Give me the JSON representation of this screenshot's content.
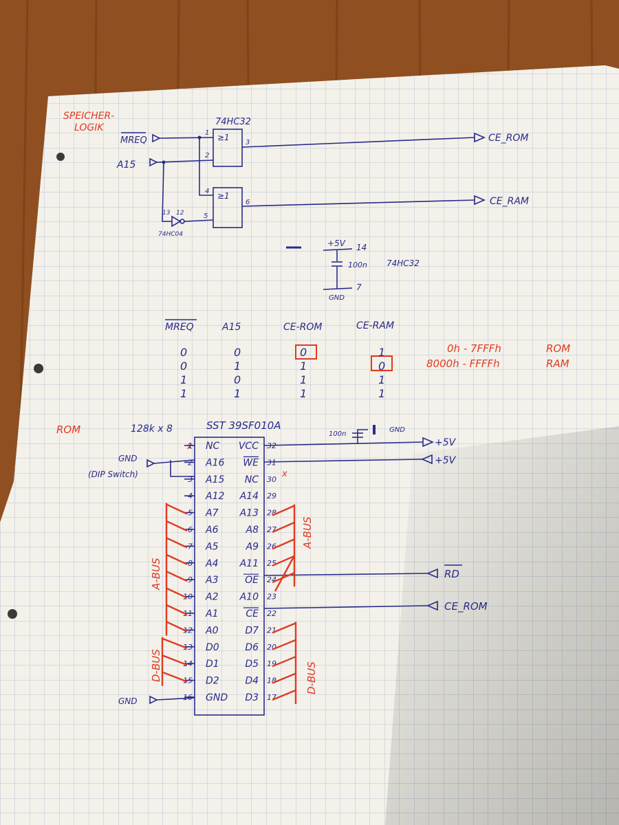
{
  "logic": {
    "title_line1": "SPEICHER-",
    "title_line2": "LOGIK",
    "chip": "74HC32",
    "mreq": "MREQ",
    "a15": "A15",
    "ce_rom": "CE_ROM",
    "ce_ram": "CE_RAM",
    "or_symbol": "≥1",
    "inverter_chip": "74HC04",
    "pins": {
      "g1_in1": "1",
      "g1_in2": "2",
      "g1_out": "3",
      "g2_in1": "4",
      "g2_in2": "5",
      "g2_out": "6",
      "inv_in": "13",
      "inv_out": "12"
    }
  },
  "decoupling": {
    "vcc": "+5V",
    "vcc_pin": "14",
    "cap": "100n",
    "chip": "74HC32",
    "gnd": "GND",
    "gnd_pin": "7"
  },
  "truth_table": {
    "headers": [
      "MREQ",
      "A15",
      "CE-ROM",
      "CE-RAM"
    ],
    "rows": [
      [
        "0",
        "0",
        "0",
        "1"
      ],
      [
        "0",
        "1",
        "1",
        "0"
      ],
      [
        "1",
        "0",
        "1",
        "1"
      ],
      [
        "1",
        "1",
        "1",
        "1"
      ]
    ],
    "ranges": [
      {
        "range": "0h - 7FFFh",
        "mem": "ROM"
      },
      {
        "range": "8000h - FFFFh",
        "mem": "RAM"
      }
    ]
  },
  "rom": {
    "label": "ROM",
    "size": "128k x 8",
    "part": "SST 39SF010A",
    "cap": "100n",
    "cap_gnd": "GND",
    "vcc1": "+5V",
    "vcc2": "+5V",
    "gnd_dip": "GND",
    "dip_note": "(DIP Switch)",
    "gnd_bottom": "GND",
    "rd": "RD",
    "ce_rom": "CE_ROM",
    "abus": "A-BUS",
    "dbus": "D-BUS",
    "nc_mark": "x",
    "left_pins": [
      {
        "num": "1",
        "name": "NC"
      },
      {
        "num": "2",
        "name": "A16"
      },
      {
        "num": "3",
        "name": "A15"
      },
      {
        "num": "4",
        "name": "A12"
      },
      {
        "num": "5",
        "name": "A7"
      },
      {
        "num": "6",
        "name": "A6"
      },
      {
        "num": "7",
        "name": "A5"
      },
      {
        "num": "8",
        "name": "A4"
      },
      {
        "num": "9",
        "name": "A3"
      },
      {
        "num": "10",
        "name": "A2"
      },
      {
        "num": "11",
        "name": "A1"
      },
      {
        "num": "12",
        "name": "A0"
      },
      {
        "num": "13",
        "name": "D0"
      },
      {
        "num": "14",
        "name": "D1"
      },
      {
        "num": "15",
        "name": "D2"
      },
      {
        "num": "16",
        "name": "GND"
      }
    ],
    "right_pins": [
      {
        "num": "32",
        "name": "VCC"
      },
      {
        "num": "31",
        "name": "WE"
      },
      {
        "num": "30",
        "name": "NC"
      },
      {
        "num": "29",
        "name": "A14"
      },
      {
        "num": "28",
        "name": "A13"
      },
      {
        "num": "27",
        "name": "A8"
      },
      {
        "num": "26",
        "name": "A9"
      },
      {
        "num": "25",
        "name": "A11"
      },
      {
        "num": "24",
        "name": "OE"
      },
      {
        "num": "23",
        "name": "A10"
      },
      {
        "num": "22",
        "name": "CE"
      },
      {
        "num": "21",
        "name": "D7"
      },
      {
        "num": "20",
        "name": "D6"
      },
      {
        "num": "19",
        "name": "D5"
      },
      {
        "num": "18",
        "name": "D4"
      },
      {
        "num": "17",
        "name": "D3"
      }
    ]
  }
}
